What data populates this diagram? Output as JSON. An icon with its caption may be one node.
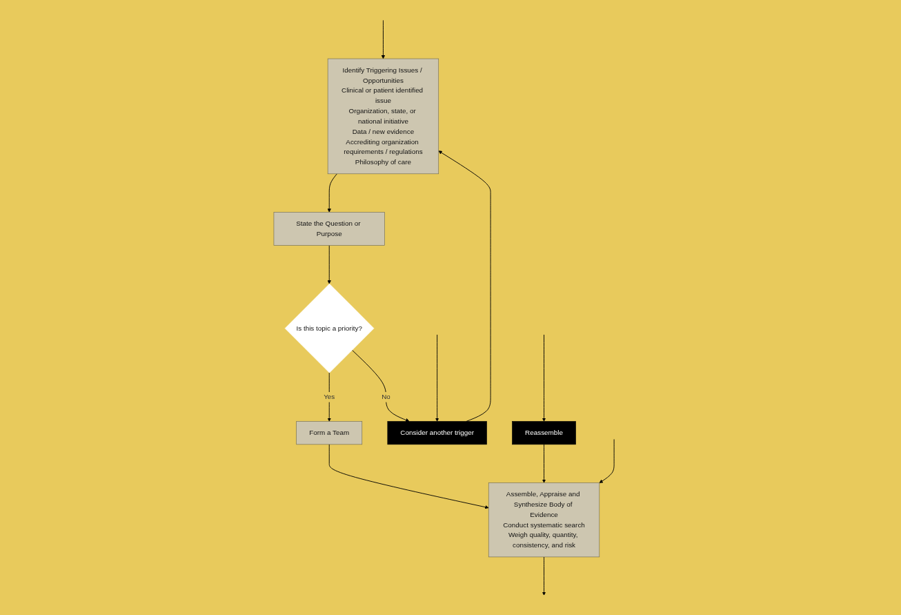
{
  "diagram": {
    "nodes": [
      {
        "text": [
          "Identify Triggering Issues / Opportunities",
          "Clinical or patient identified issue",
          "Organization, state, or national initiative",
          "Data / new evidence",
          "Accrediting organization requirements / regulations",
          "Philosophy of care"
        ]
      },
      {
        "text": [
          "State the Question or Purpose"
        ]
      },
      {
        "text": [
          "Is this topic a priority?"
        ]
      },
      {
        "text": [
          "Form a Team"
        ]
      },
      {
        "text": [
          "Assemble, Appraise and Synthesize Body of Evidence",
          "Conduct systematic search",
          "Weigh quality, quantity, consistency, and risk"
        ]
      },
      {
        "text": [
          "Consider another trigger"
        ]
      },
      {
        "text": [
          "Reassemble"
        ]
      }
    ],
    "edges": [
      {
        "from": 0,
        "to": 1,
        "arrow": "to"
      },
      {
        "from": 1,
        "to": 2,
        "arrow": "to"
      },
      {
        "from": 2,
        "to": 5,
        "label": "No",
        "arrow": "to"
      },
      {
        "from": 5,
        "to": 0,
        "arrow": "to"
      },
      {
        "from": null,
        "to": 0,
        "arrow": "to"
      },
      {
        "from": 2,
        "to": 3,
        "label": "Yes",
        "arrow": "to"
      },
      {
        "from": 3,
        "to": 4,
        "arrow": "to"
      },
      {
        "from": 6,
        "to": 4,
        "arrow": "to"
      },
      {
        "from": 4,
        "to": null,
        "arrow": "to"
      },
      {
        "from": null,
        "to": 4,
        "arrow": "to"
      },
      {
        "from": null,
        "to": 6,
        "arrow": "to"
      },
      {
        "from": null,
        "to": 5,
        "arrow": "to"
      }
    ]
  }
}
